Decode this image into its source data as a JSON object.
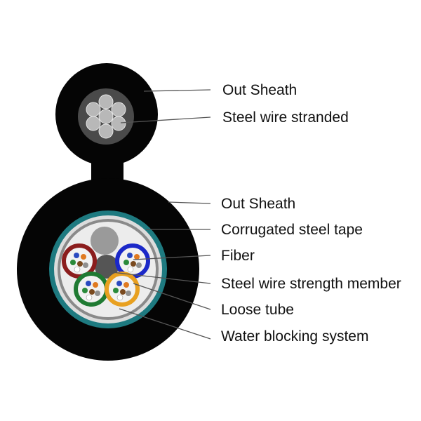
{
  "labels": {
    "top_out_sheath": "Out Sheath",
    "steel_wire_stranded": "Steel wire stranded",
    "out_sheath": "Out Sheath",
    "corrugated_steel_tape": "Corrugated steel tape",
    "fiber": "Fiber",
    "steel_wire_strength_member": "Steel wire strength member",
    "loose_tube": "Loose tube",
    "water_blocking_system": "Water blocking system"
  },
  "colors": {
    "sheath": "#050505",
    "steel_tape": "#1e7a80",
    "filler": "#e8e8e8",
    "wire": "#b8b8b8",
    "tube_red": "#8b1d1d",
    "tube_blue": "#1b28c8",
    "tube_green": "#1f7a32",
    "tube_orange": "#e8a020"
  }
}
